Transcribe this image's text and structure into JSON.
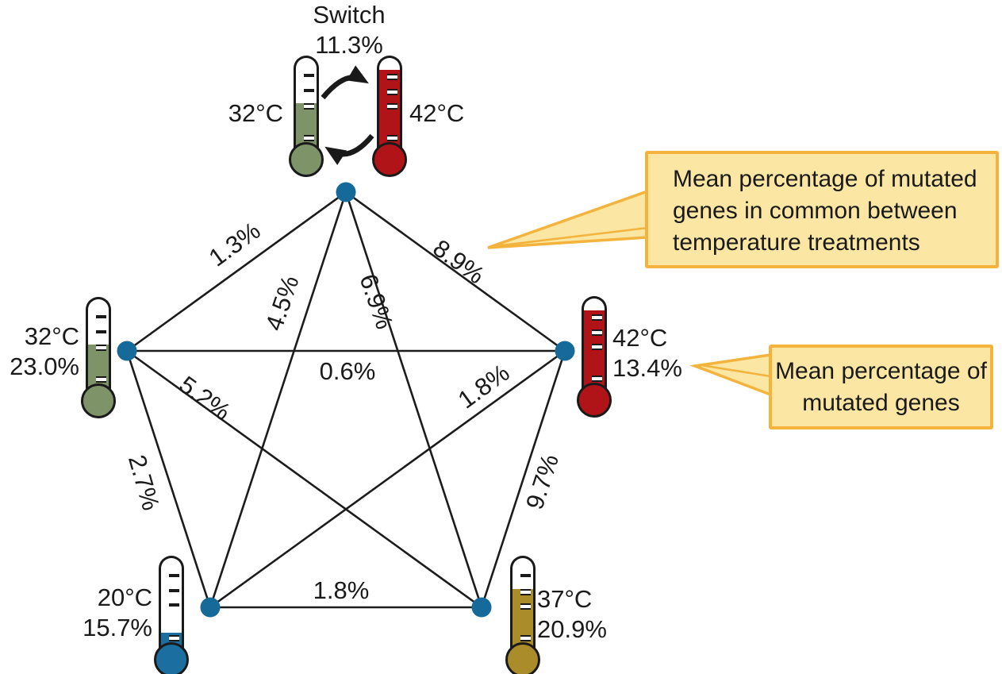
{
  "figure": {
    "switch": {
      "title": "Switch",
      "percent": "11.3%",
      "left_temp": "32°C",
      "right_temp": "42°C"
    },
    "nodes": {
      "t32": {
        "temp": "32°C",
        "percent": "23.0%",
        "color": "#7e9468",
        "fill": "53%"
      },
      "t42": {
        "temp": "42°C",
        "percent": "13.4%",
        "color": "#b01419",
        "fill": "88%"
      },
      "t20": {
        "temp": "20°C",
        "percent": "15.7%",
        "color": "#1b6fa0",
        "fill": "22%"
      },
      "t37": {
        "temp": "37°C",
        "percent": "20.9%",
        "color": "#ab8c2a",
        "fill": "68%"
      }
    },
    "edges": [
      {
        "from": "Switch",
        "to": "32°C",
        "label": "1.3%"
      },
      {
        "from": "Switch",
        "to": "42°C",
        "label": "8.9%"
      },
      {
        "from": "Switch",
        "to": "20°C",
        "label": "4.5%"
      },
      {
        "from": "Switch",
        "to": "37°C",
        "label": "6.9%"
      },
      {
        "from": "32°C",
        "to": "42°C",
        "label": "0.6%"
      },
      {
        "from": "32°C",
        "to": "20°C",
        "label": "2.7%"
      },
      {
        "from": "32°C",
        "to": "37°C",
        "label": "5.2%"
      },
      {
        "from": "42°C",
        "to": "20°C",
        "label": "1.8%"
      },
      {
        "from": "42°C",
        "to": "37°C",
        "label": "9.7%"
      },
      {
        "from": "20°C",
        "to": "37°C",
        "label": "1.8%"
      }
    ],
    "callouts": [
      {
        "text": "Mean percentage of mutated genes in common between temperature treatments"
      },
      {
        "text": "Mean percentage of mutated genes"
      }
    ],
    "colors": {
      "dot": "#156a99",
      "line": "#1c1c1c",
      "callout_fill": "#fbe7a3",
      "callout_border": "#f3b33c",
      "text": "#1a1a1a"
    }
  }
}
